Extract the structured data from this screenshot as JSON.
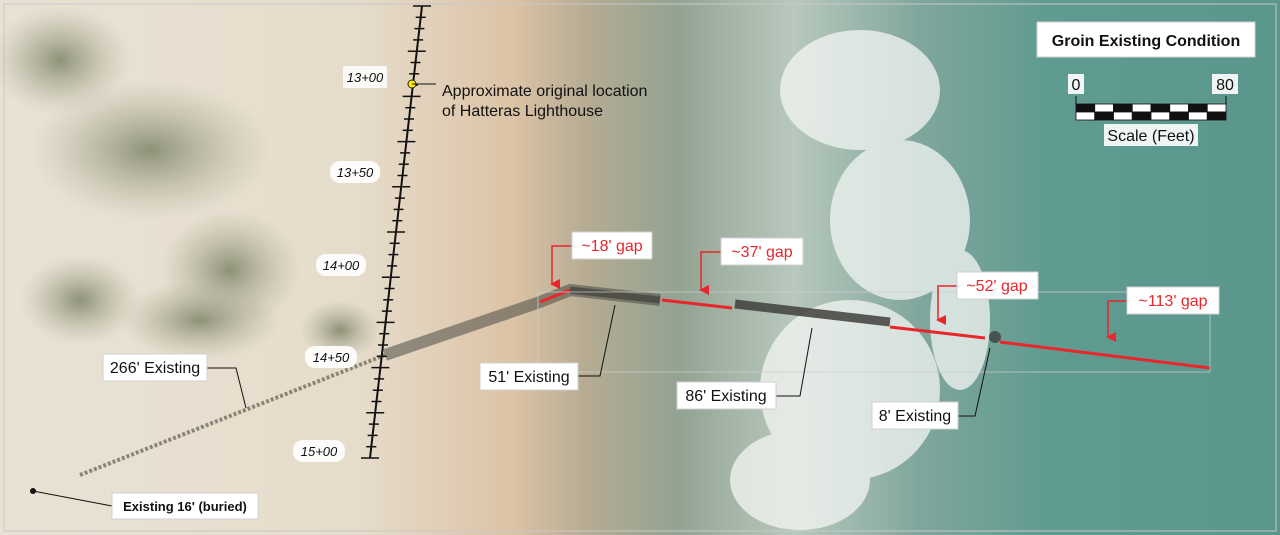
{
  "title": "Groin Existing Condition",
  "scale_bar": {
    "start_label": "0",
    "end_label": "80",
    "caption": "Scale (Feet)"
  },
  "station_labels": [
    "13+00",
    "13+50",
    "14+00",
    "14+50",
    "15+00"
  ],
  "lighthouse_note": {
    "line1": "Approximate original location",
    "line2": "of Hatteras Lighthouse"
  },
  "existing_segments": [
    {
      "label": "266' Existing"
    },
    {
      "label": "51' Existing"
    },
    {
      "label": "86' Existing"
    },
    {
      "label": "8' Existing"
    },
    {
      "label": "Existing 16' (buried)"
    }
  ],
  "gaps": [
    {
      "label": "~18' gap"
    },
    {
      "label": "~37' gap"
    },
    {
      "label": "~52' gap"
    },
    {
      "label": "~113' gap"
    }
  ],
  "colors": {
    "gap_red": "#e8262b",
    "sand": "#e6dccb",
    "ocean": "#5a9a90",
    "surf": "#f2f4f1",
    "vegetation": "#8e9478",
    "lighthouse_marker": "#ffee00"
  }
}
